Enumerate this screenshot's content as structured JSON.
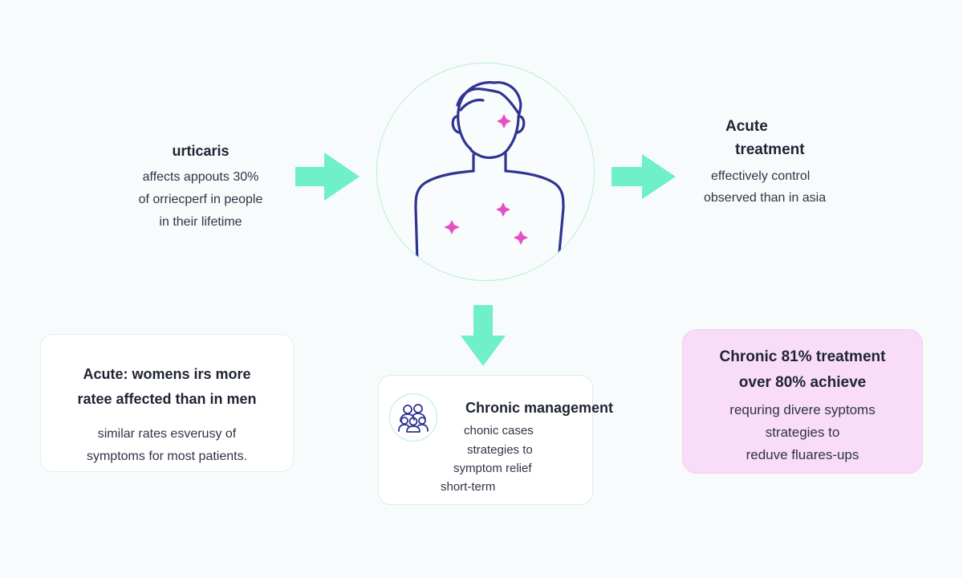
{
  "left_info": {
    "title": "urticaris",
    "line1": "affects appouts 30%",
    "line2": "of orriecperf in people",
    "line3": "in their lifetime"
  },
  "right_info": {
    "title1": "Acute",
    "title2": "treatment",
    "line1": "effectively control",
    "line2": "observed than in asia"
  },
  "acute_card": {
    "title1": "Acute: womens irs more",
    "title2": "ratee affected than in men",
    "line1": "similar rates esverusy of",
    "line2": "symptoms for most patients."
  },
  "chronic_mgmt_card": {
    "icon": "patient-group-icon",
    "title": "Chronic management",
    "line1": "chonic cases",
    "line2": "strategies to",
    "line3": "symptom relief",
    "line4": "short-term"
  },
  "chronic_treatment_card": {
    "title1": "Chronic 81% treatment",
    "title2": "over 80% achieve",
    "line1": "requring divere syptoms",
    "line2": "strategies to",
    "line3": "reduve fluares-ups"
  },
  "icons": {
    "center": "person-with-hives-icon",
    "arrow_left": "arrow-right-icon",
    "arrow_right": "arrow-right-icon",
    "arrow_down": "arrow-down-icon"
  },
  "colors": {
    "arrow": "#6ff0c6",
    "outline": "#2f3490",
    "spot": "#e64fc3",
    "pink_card": "#f9dcf7"
  }
}
